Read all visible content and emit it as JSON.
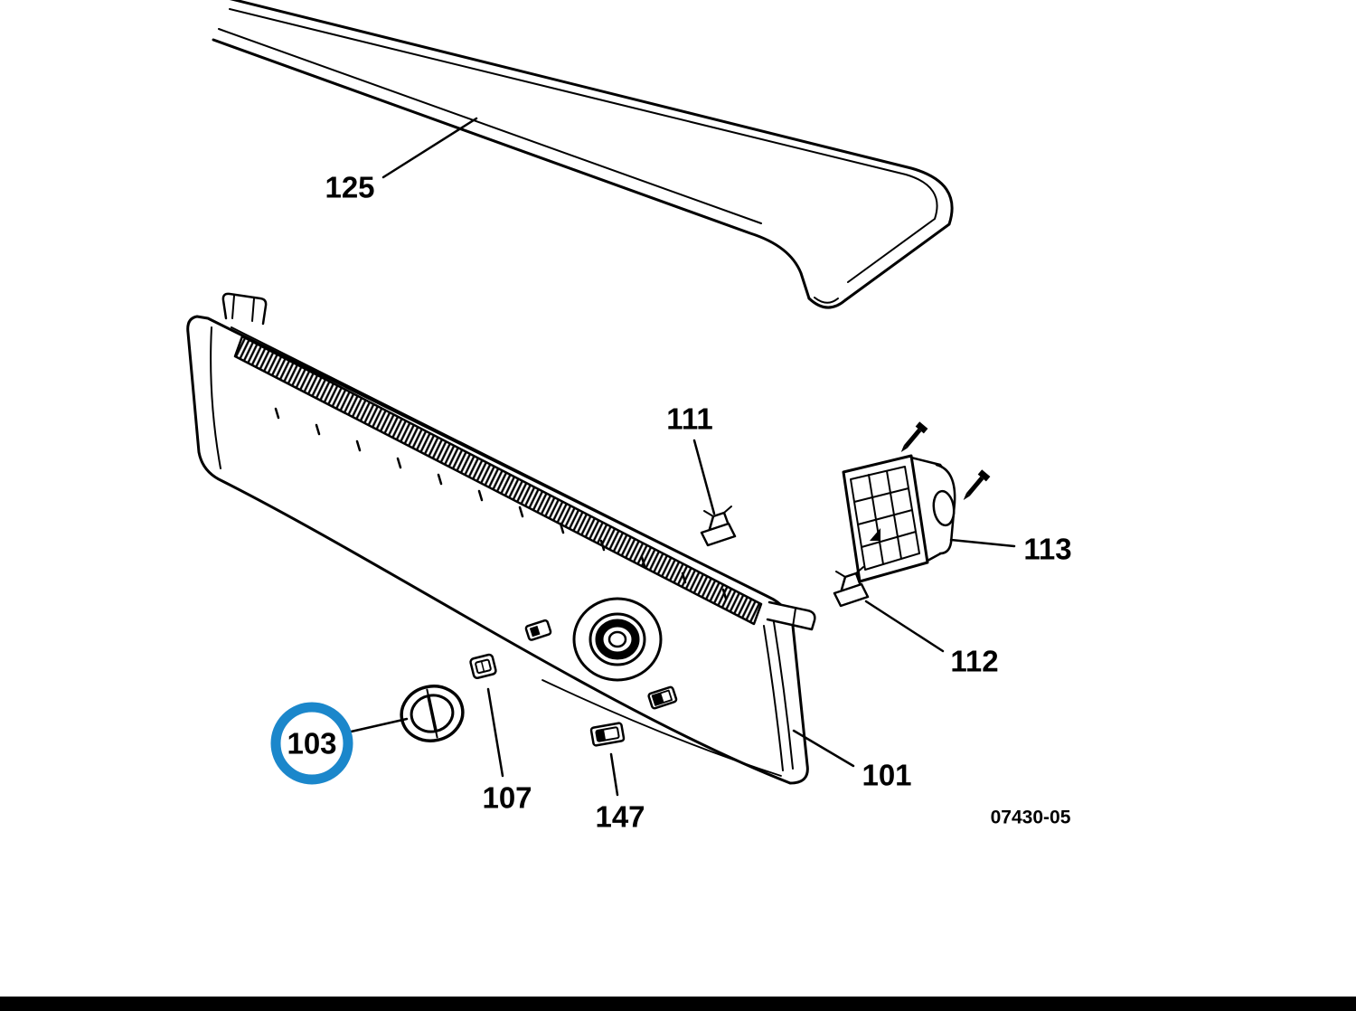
{
  "diagram": {
    "parts": [
      {
        "number": "125",
        "highlighted": false
      },
      {
        "number": "111",
        "highlighted": false
      },
      {
        "number": "113",
        "highlighted": false
      },
      {
        "number": "112",
        "highlighted": false
      },
      {
        "number": "101",
        "highlighted": false
      },
      {
        "number": "103",
        "highlighted": true
      },
      {
        "number": "107",
        "highlighted": false
      },
      {
        "number": "147",
        "highlighted": false
      }
    ],
    "diagram_number": "07430-05",
    "colors": {
      "line": "#000000",
      "background": "#ffffff",
      "highlight": "#1b87cb",
      "footer_bar": "#000000"
    }
  }
}
